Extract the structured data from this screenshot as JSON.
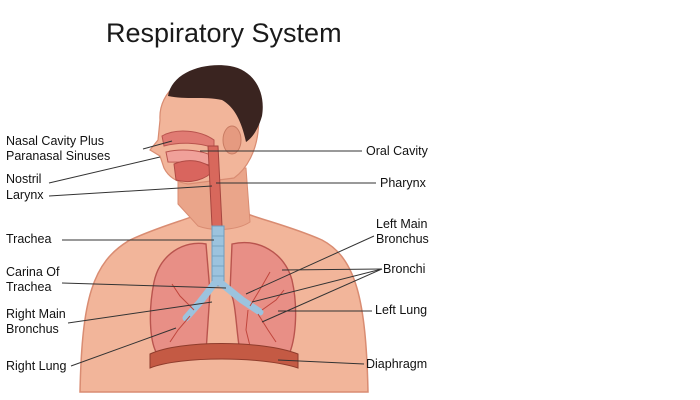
{
  "title": "Respiratory System",
  "labels": {
    "nasal_cavity": [
      "Nasal Cavity Plus",
      "Paranasal Sinuses"
    ],
    "nostril": "Nostril",
    "larynx": "Larynx",
    "trachea": "Trachea",
    "carina": [
      "Carina Of",
      "Trachea"
    ],
    "right_main_bronchus": [
      "Right Main",
      "Bronchus"
    ],
    "right_lung": "Right Lung",
    "oral_cavity": "Oral Cavity",
    "pharynx": "Pharynx",
    "left_main_bronchus": [
      "Left Main",
      "Bronchus"
    ],
    "bronchi": "Bronchi",
    "left_lung": "Left Lung",
    "diaphragm": "Diaphragm"
  },
  "colors": {
    "skin": "#f2b59a",
    "skin_shadow": "#e59a80",
    "hair": "#3a2420",
    "lung": "#e88f86",
    "lung_outline": "#b9544e",
    "trachea": "#9cc3de",
    "diaphragm": "#c45a44",
    "airway": "#d8685c",
    "leader_line": "#333333"
  }
}
